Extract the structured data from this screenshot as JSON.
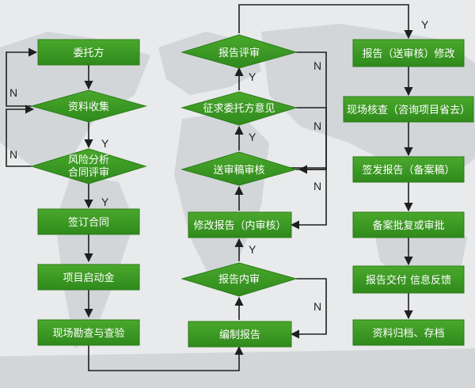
{
  "colors": {
    "node_fill": "#3b9a22",
    "node_stroke": "#2c7c18",
    "arrow": "#1f1f1f",
    "background": "#e6e8ea",
    "land": "#cfd3d6"
  },
  "nodes": {
    "n1": "委托方",
    "n2": "资料收集",
    "n3_line1": "风险分析",
    "n3_line2": "合同评审",
    "n4": "签订合同",
    "n5": "项目启动金",
    "n6": "现场勘查与查验",
    "m1": "编制报告",
    "m2": "报告内审",
    "m3": "修改报告（内审核）",
    "m4": "送审稿审核",
    "m5": "征求委托方意见",
    "m6": "报告评审",
    "r1": "报告（送审核）修改",
    "r2": "现场核查（咨询项目省去）",
    "r3": "签发报告（备案稿）",
    "r4": "备案批复或审批",
    "r5": "报告交付 信息反馈",
    "r6": "资料归档、存档"
  },
  "labels": {
    "yes": "Y",
    "no": "N"
  }
}
